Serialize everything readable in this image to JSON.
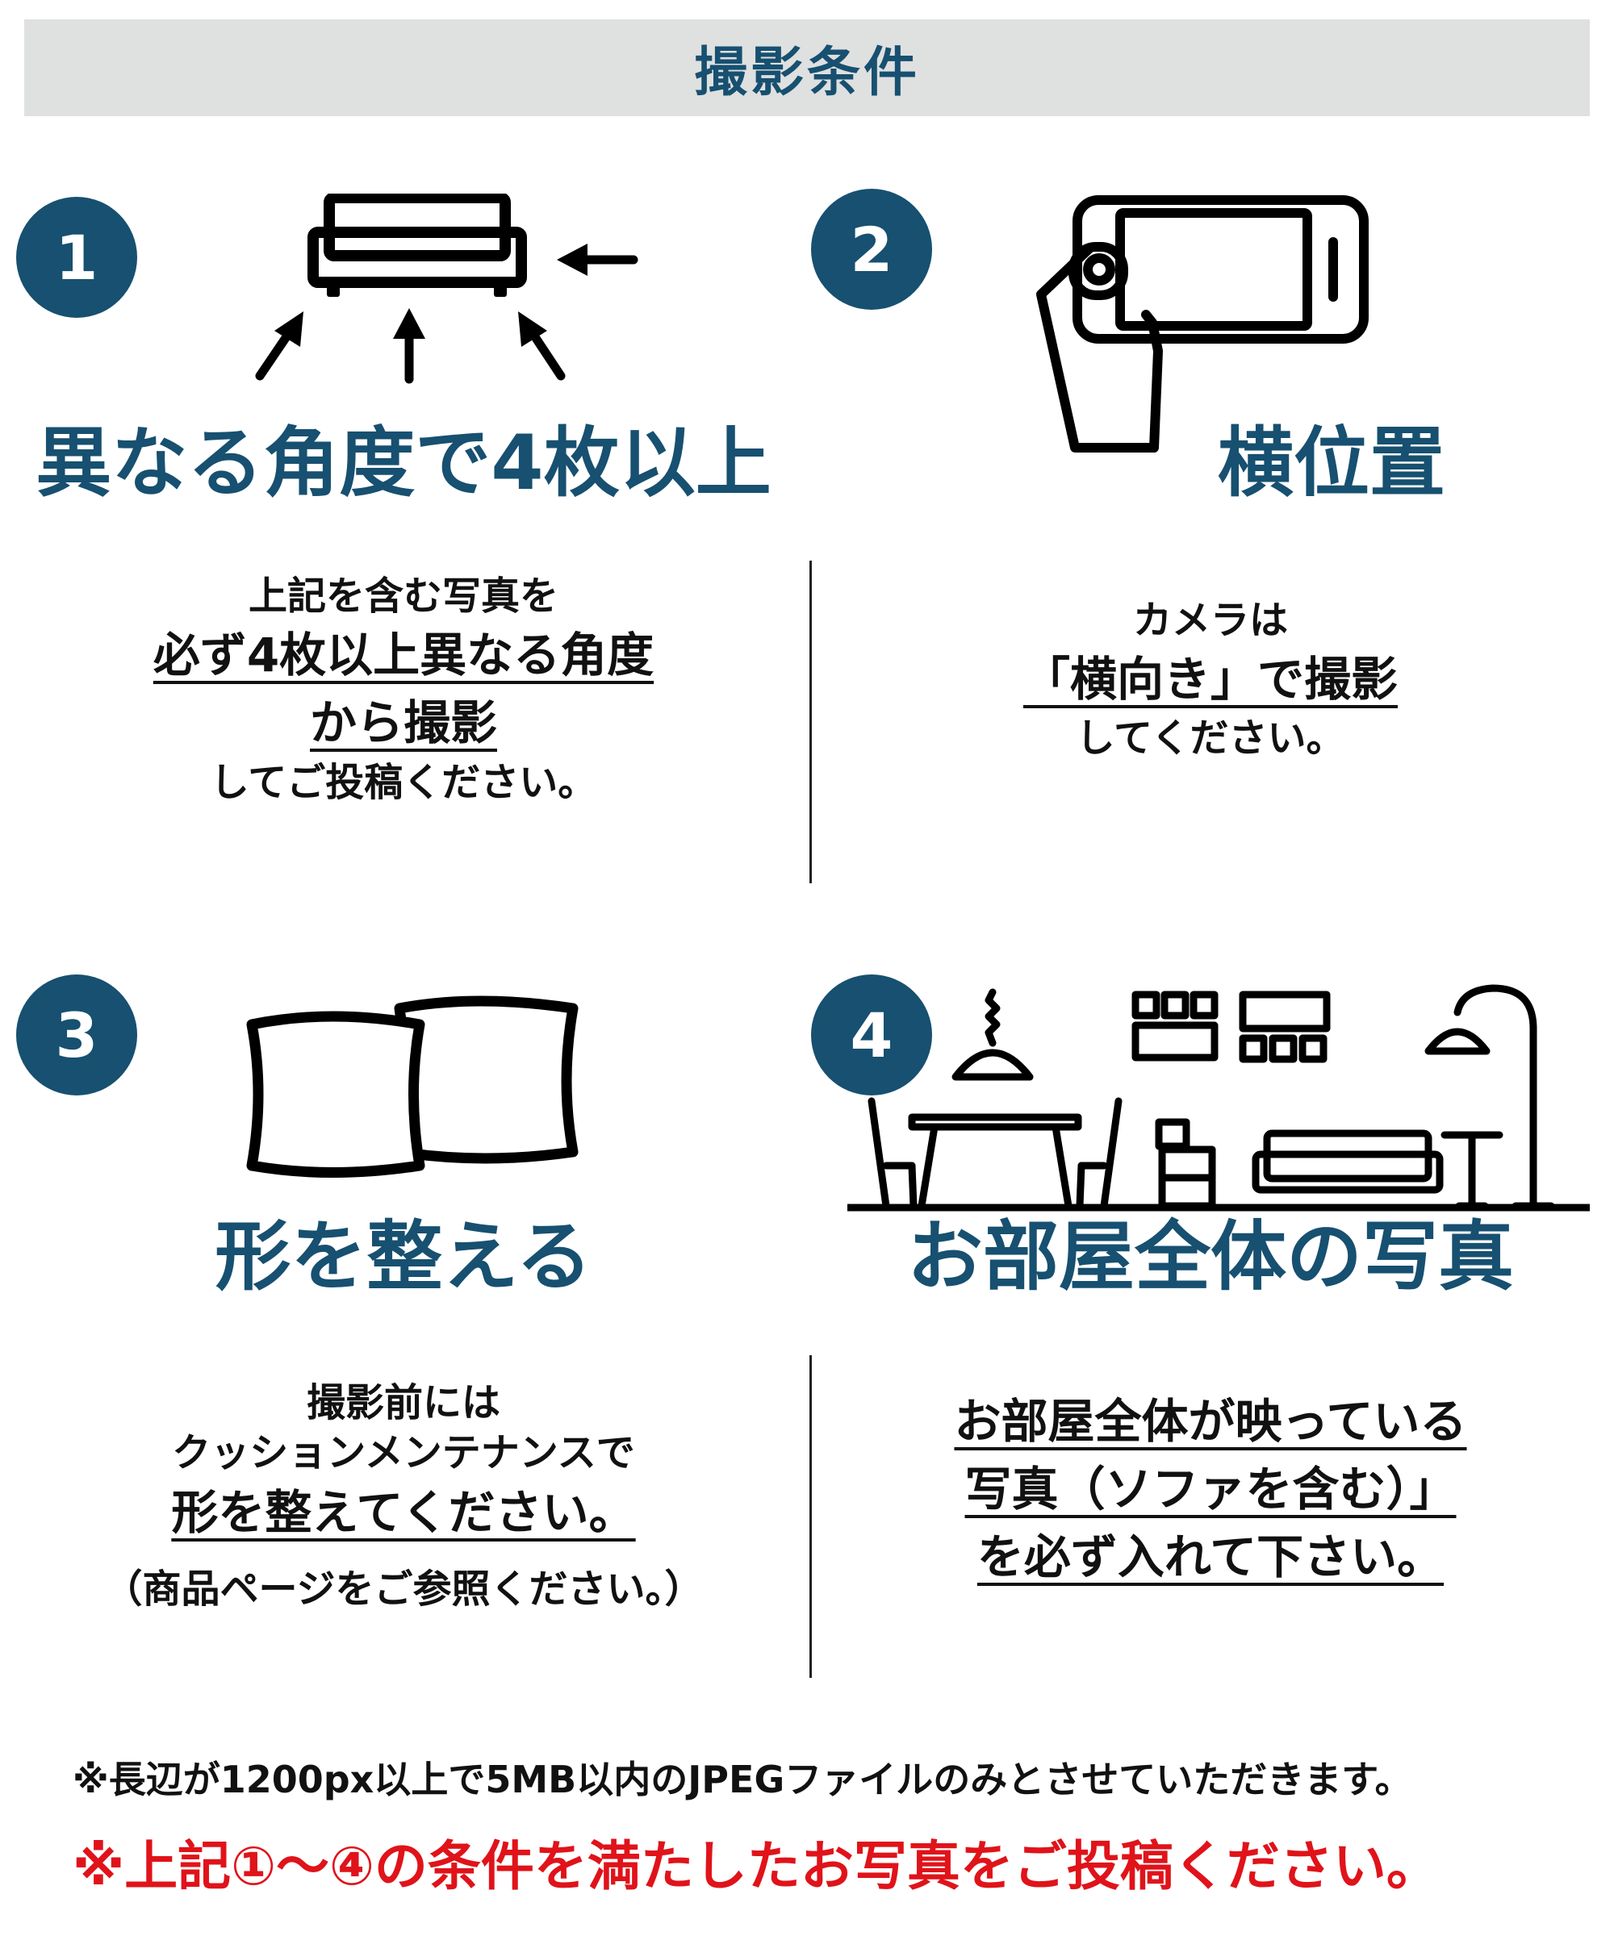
{
  "header": {
    "title": "撮影条件"
  },
  "sections": [
    {
      "number": "1",
      "title": "異なる角度で4枚以上",
      "lines": [
        "上記を含む写真を",
        "必ず4枚以上異なる角度",
        "から撮影",
        "してご投稿ください。"
      ]
    },
    {
      "number": "2",
      "title": "横位置",
      "lines": [
        "カメラは",
        "「横向き」で撮影",
        "してください。"
      ]
    },
    {
      "number": "3",
      "title": "形を整える",
      "lines": [
        "撮影前には",
        "クッションメンテナンスで",
        "形を整えてください。",
        "（商品ページをご参照ください。）"
      ]
    },
    {
      "number": "4",
      "title": "お部屋全体の写真",
      "lines": [
        "お部屋全体が映っている",
        "写真（ソファを含む）」",
        "を必ず入れて下さい。"
      ]
    }
  ],
  "notes": {
    "requirement": "※長辺が1200px以上で5MB以内のJPEGファイルのみとさせていただきます。",
    "warning": "※上記①～④の条件を満たしたお写真をご投稿ください。"
  },
  "colors": {
    "accent": "#175070",
    "warning": "#e0131a",
    "header_bg": "#dfe0e0"
  },
  "icons": [
    "sofa-arrows-icon",
    "hand-phone-icon",
    "cushions-icon",
    "room-interior-icon"
  ]
}
